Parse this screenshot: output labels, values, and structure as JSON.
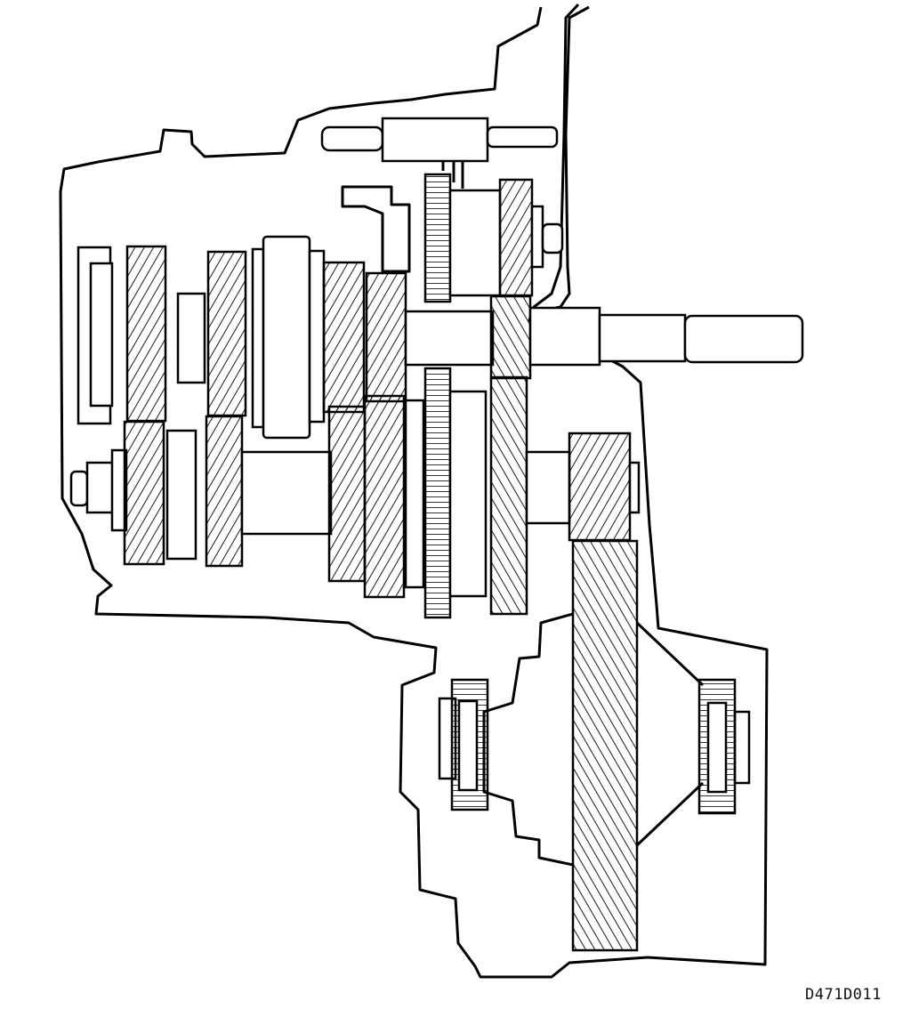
{
  "figure": {
    "code": "D471D011"
  },
  "colors": {
    "line": "#000000",
    "background": "#ffffff"
  },
  "parts": [
    "transmission-housing",
    "shift-rail",
    "input-shaft",
    "output-shaft",
    "reverse-idler-shaft",
    "final-drive-ring-gear",
    "differential-carrier",
    "left-taper-bearing",
    "right-taper-bearing"
  ]
}
